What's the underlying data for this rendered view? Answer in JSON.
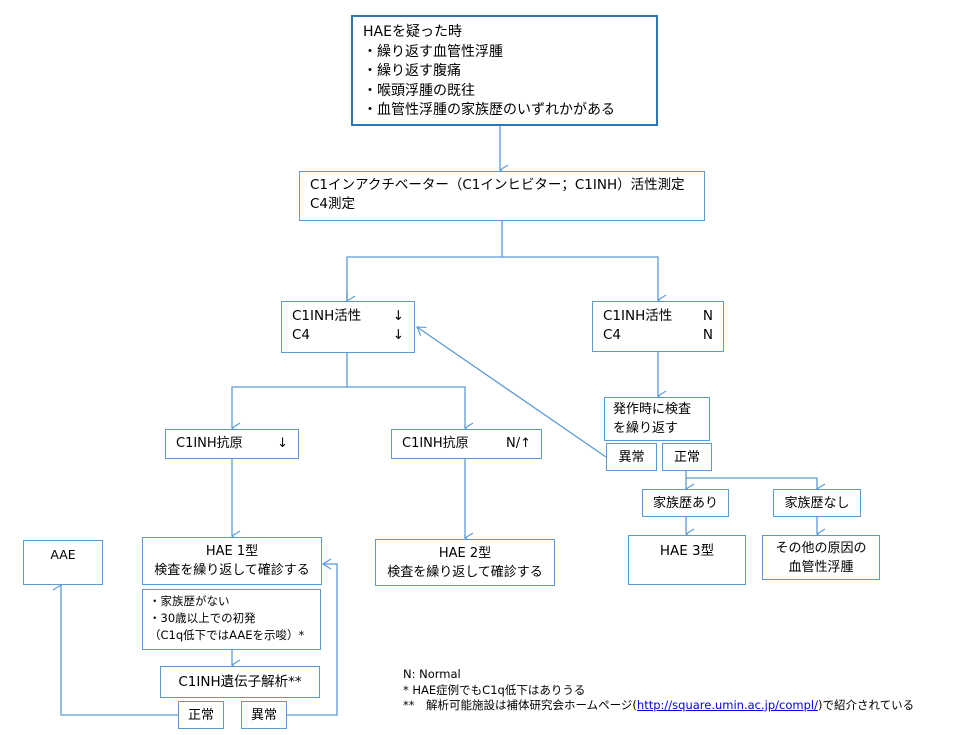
{
  "start": {
    "title": "HAEを疑った時",
    "items": [
      "・繰り返す血管性浮腫",
      "・繰り返す腹痛",
      "・喉頭浮腫の既往",
      "・血管性浮腫の家族歴のいずれかがある"
    ]
  },
  "measure": {
    "line1": "C1インアクチベーター（C1インヒビター；C1INH）活性測定",
    "line2": "C4測定"
  },
  "low_activity": {
    "row1_label": "C1INH活性",
    "row1_value": "↓",
    "row2_label": "C4",
    "row2_value": "↓"
  },
  "normal_activity": {
    "row1_label": "C1INH活性",
    "row1_value": "N",
    "row2_label": "C4",
    "row2_value": "N"
  },
  "retest": {
    "line1": "発作時に検査",
    "line2": "を繰り返す"
  },
  "retest_abnormal": "異常",
  "retest_normal": "正常",
  "family_yes": "家族歴あり",
  "family_no": "家族歴なし",
  "hae3": "HAE 3型",
  "other_cause": {
    "line1": "その他の原因の",
    "line2": "血管性浮腫"
  },
  "antigen_low": {
    "label": "C1INH抗原",
    "value": "↓"
  },
  "antigen_normal": {
    "label": "C1INH抗原",
    "value": "N/↑"
  },
  "hae1": {
    "line1": "HAE 1型",
    "line2": "検査を繰り返して確診する"
  },
  "hae2": {
    "line1": "HAE 2型",
    "line2": "検査を繰り返して確診する"
  },
  "aae": "AAE",
  "aae_criteria": [
    "・家族歴がない",
    "・30歳以上での初発",
    "（C1q低下ではAAEを示唆）*"
  ],
  "gene_analysis": "C1INH遺伝子解析**",
  "gene_normal": "正常",
  "gene_abnormal": "異常",
  "notes": {
    "n": "N: Normal",
    "star1": "* HAE症例でもC1q低下はありうる",
    "star2_prefix": "**　解析可能施設は補体研究会ホームページ(",
    "star2_link": "http://square.umin.ac.jp/compl/",
    "star2_suffix": ")で紹介されている"
  },
  "colors": {
    "border": "#5b9bd5",
    "border_strong": "#2e75b6",
    "link": "#0000ee"
  }
}
